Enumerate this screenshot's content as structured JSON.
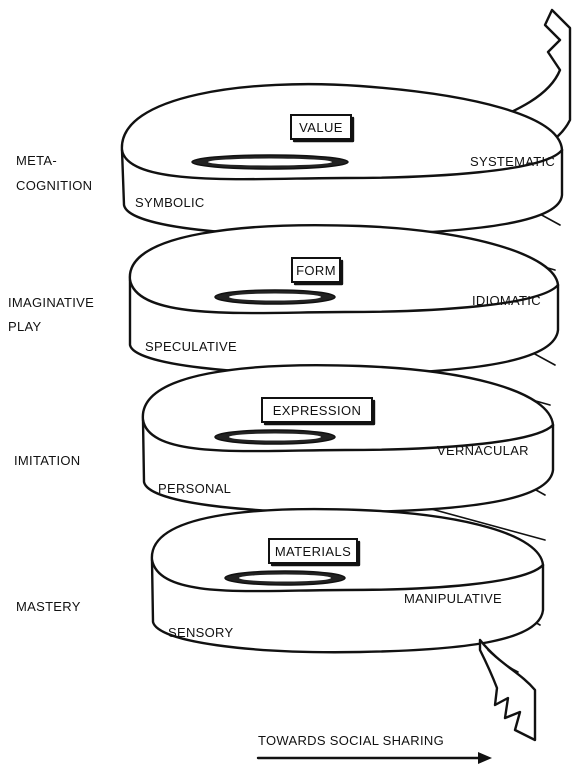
{
  "stages": [
    {
      "left_label_lines": [
        "META-",
        "COGNITION"
      ],
      "box_label": "VALUE",
      "front_label": "SYMBOLIC",
      "right_label": "SYSTEMATIC"
    },
    {
      "left_label_lines": [
        "IMAGINATIVE",
        "PLAY"
      ],
      "box_label": "FORM",
      "front_label": "SPECULATIVE",
      "right_label": "IDIOMATIC"
    },
    {
      "left_label_lines": [
        "IMITATION"
      ],
      "box_label": "EXPRESSION",
      "front_label": "PERSONAL",
      "right_label": "VERNACULAR"
    },
    {
      "left_label_lines": [
        "MASTERY"
      ],
      "box_label": "MATERIALS",
      "front_label": "SENSORY",
      "right_label": "MANIPULATIVE"
    }
  ],
  "axis_label": "TOWARDS SOCIAL SHARING"
}
